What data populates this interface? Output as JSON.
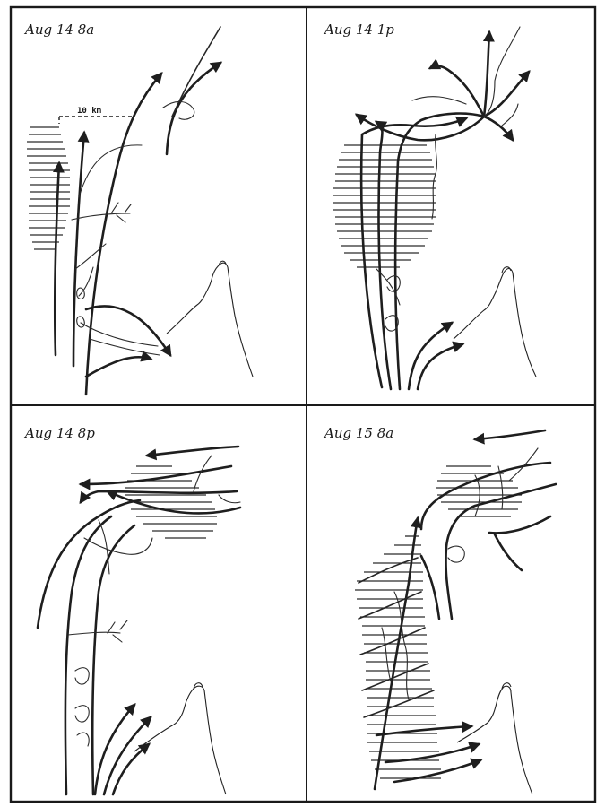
{
  "panels": [
    {
      "title": "Aug 14  8a"
    },
    {
      "title": "Aug 14  1p"
    },
    {
      "title": "Aug 14  8p"
    },
    {
      "title": "Aug 15  8a"
    }
  ],
  "scale_label": "10 km"
}
